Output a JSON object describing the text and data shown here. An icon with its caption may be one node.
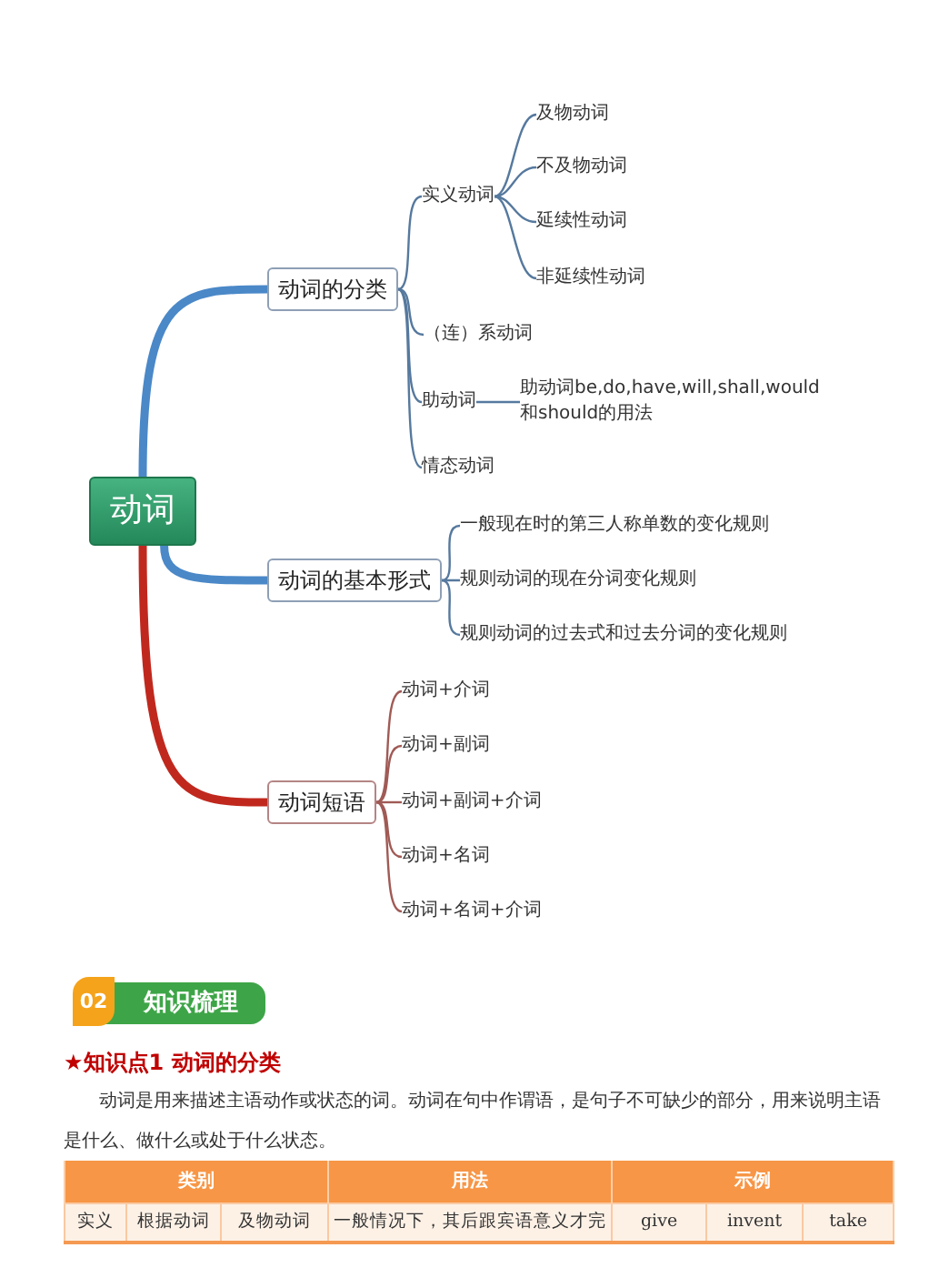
{
  "diagram": {
    "nodes": [
      {
        "text": [
          "动词"
        ]
      },
      {
        "text": [
          "动词的分类"
        ]
      },
      {
        "text": [
          "实义动词"
        ]
      },
      {
        "text": [
          "及物动词"
        ]
      },
      {
        "text": [
          "不及物动词"
        ]
      },
      {
        "text": [
          "延续性动词"
        ]
      },
      {
        "text": [
          "非延续性动词"
        ]
      },
      {
        "text": [
          "（连）系动词"
        ]
      },
      {
        "text": [
          "助动词"
        ]
      },
      {
        "text": [
          "助动词be,do,have,will,shall,would和should的用法"
        ]
      },
      {
        "text": [
          "情态动词"
        ]
      },
      {
        "text": [
          "动词的基本形式"
        ]
      },
      {
        "text": [
          "一般现在时的第三人称单数的变化规则"
        ]
      },
      {
        "text": [
          "规则动词的现在分词变化规则"
        ]
      },
      {
        "text": [
          "规则动词的过去式和过去分词的变化规则"
        ]
      },
      {
        "text": [
          "动词短语"
        ]
      },
      {
        "text": [
          "动词+介词"
        ]
      },
      {
        "text": [
          "动词+副词"
        ]
      },
      {
        "text": [
          "动词+副词+介词"
        ]
      },
      {
        "text": [
          "动词+名词"
        ]
      },
      {
        "text": [
          "动词+名词+介词"
        ]
      }
    ],
    "edges": [
      {
        "from": 0,
        "to": 1,
        "arrow": "none",
        "style": "thick",
        "color": "#4a88c8"
      },
      {
        "from": 1,
        "to": 2,
        "arrow": "none"
      },
      {
        "from": 2,
        "to": 3,
        "arrow": "none"
      },
      {
        "from": 2,
        "to": 4,
        "arrow": "none"
      },
      {
        "from": 2,
        "to": 5,
        "arrow": "none"
      },
      {
        "from": 2,
        "to": 6,
        "arrow": "none"
      },
      {
        "from": 1,
        "to": 7,
        "arrow": "none"
      },
      {
        "from": 1,
        "to": 8,
        "arrow": "none"
      },
      {
        "from": 8,
        "to": 9,
        "arrow": "none"
      },
      {
        "from": 1,
        "to": 10,
        "arrow": "none"
      },
      {
        "from": 0,
        "to": 11,
        "arrow": "none",
        "style": "thick",
        "color": "#4a88c8"
      },
      {
        "from": 11,
        "to": 12,
        "arrow": "none"
      },
      {
        "from": 11,
        "to": 13,
        "arrow": "none"
      },
      {
        "from": 11,
        "to": 14,
        "arrow": "none"
      },
      {
        "from": 0,
        "to": 15,
        "arrow": "none",
        "style": "thick",
        "color": "#c0281e"
      },
      {
        "from": 15,
        "to": 16,
        "arrow": "none",
        "color": "#a05a55"
      },
      {
        "from": 15,
        "to": 17,
        "arrow": "none",
        "color": "#a05a55"
      },
      {
        "from": 15,
        "to": 18,
        "arrow": "none",
        "color": "#a05a55"
      },
      {
        "from": 15,
        "to": 19,
        "arrow": "none",
        "color": "#a05a55"
      },
      {
        "from": 15,
        "to": 20,
        "arrow": "none",
        "color": "#a05a55"
      }
    ],
    "labels": [
      "02",
      "知识梳理",
      "★知识点1 动词的分类",
      "动词是用来描述主语动作或状态的词。动词在句中作谓语，是句子不可缺少的部分，用来说明主语是什么、做什么或处于什么状态。",
      "类别",
      "用法",
      "示例",
      "实义",
      "根据动词",
      "及物动词",
      "一般情况下，其后跟宾语意义才完",
      "give",
      "invent",
      "take"
    ]
  }
}
